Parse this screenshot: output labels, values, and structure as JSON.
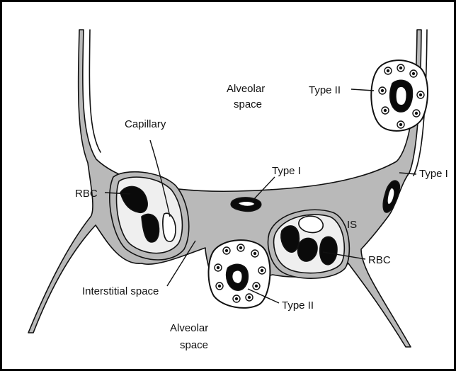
{
  "labels": {
    "alveolar_space_top_line1": "Alveolar",
    "alveolar_space_top_line2": "space",
    "type_ii_top": "Type II",
    "capillary": "Capillary",
    "type_i_center": "Type I",
    "type_i_right": "Type I",
    "rbc_left": "RBC",
    "is": "IS",
    "rbc_right": "RBC",
    "interstitial_space": "Interstitial space",
    "type_ii_bottom": "Type II",
    "alveolar_space_bottom_line1": "Alveolar",
    "alveolar_space_bottom_line2": "space"
  },
  "colors": {
    "tissue": "#b9b9b9",
    "outline": "#111111",
    "cell_fill": "#ffffff",
    "rbc": "#0a0a0a",
    "capillary_lumen": "#efefef"
  }
}
